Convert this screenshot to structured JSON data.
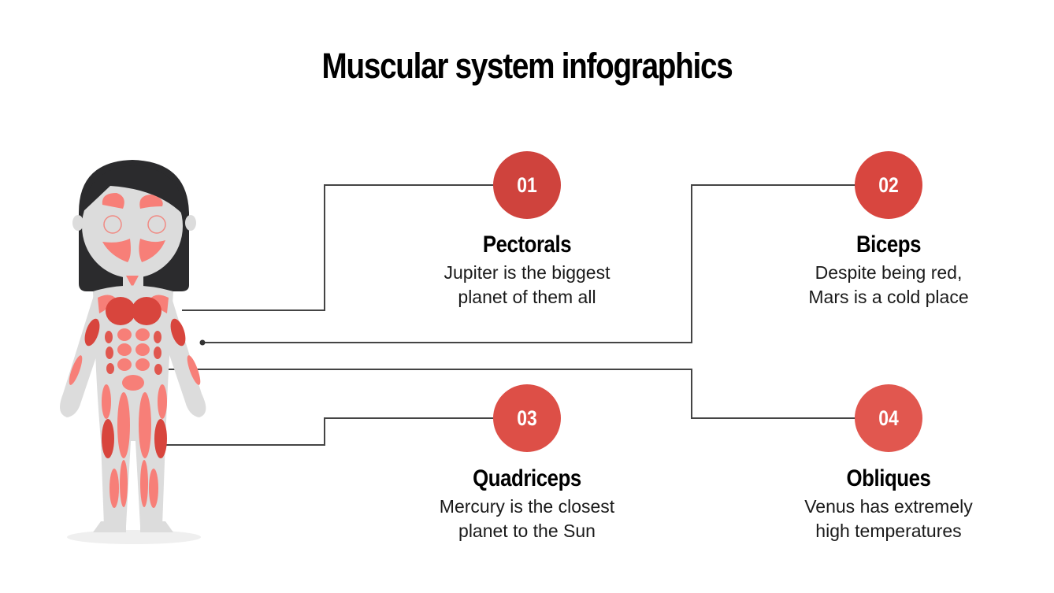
{
  "title": "Muscular system infographics",
  "colors": {
    "circle_dark": "#cf433d",
    "circle_red": "#d8463f",
    "circle_coral": "#e1574f",
    "line": "#444444",
    "hair": "#2b2b2d",
    "skin": "#dcdcdc",
    "muscle_dark": "#d8453d",
    "muscle_light": "#f77f78"
  },
  "items": [
    {
      "number": "01",
      "heading": "Pectorals",
      "desc_line1": "Jupiter is the biggest",
      "desc_line2": "planet of them all"
    },
    {
      "number": "02",
      "heading": "Biceps",
      "desc_line1": "Despite being red,",
      "desc_line2": "Mars is a cold place"
    },
    {
      "number": "03",
      "heading": "Quadriceps",
      "desc_line1": "Mercury is the closest",
      "desc_line2": "planet to the Sun"
    },
    {
      "number": "04",
      "heading": "Obliques",
      "desc_line1": "Venus has extremely",
      "desc_line2": "high temperatures"
    }
  ]
}
